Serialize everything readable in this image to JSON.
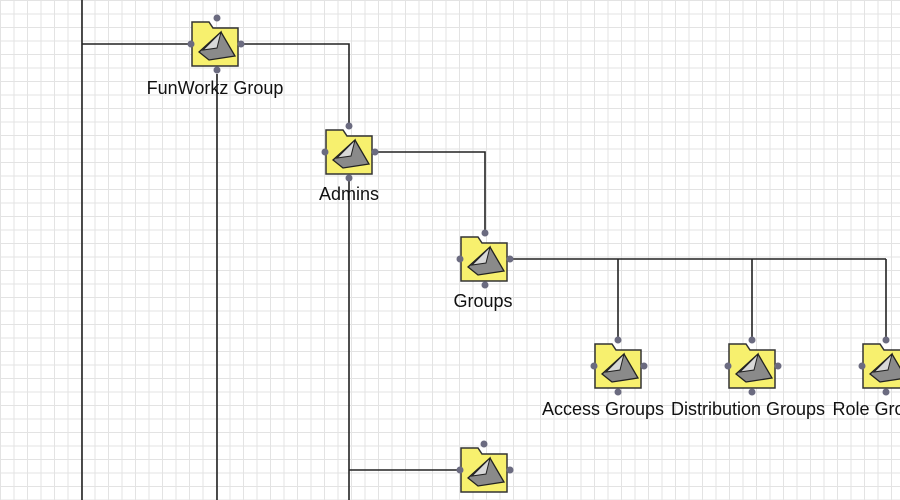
{
  "diagram": {
    "grid_color": "#e3e3e3",
    "connector_color": "#222222",
    "node_fill": "#f7f06e",
    "node_stroke": "#333333",
    "handle_color": "#6b6b80",
    "icon": "folder-group-icon",
    "nodes": [
      {
        "id": "funworkz",
        "label": "FunWorkz Group"
      },
      {
        "id": "admins",
        "label": "Admins"
      },
      {
        "id": "groups",
        "label": "Groups"
      },
      {
        "id": "access",
        "label": "Access Groups"
      },
      {
        "id": "distribution",
        "label": "Distribution Groups"
      },
      {
        "id": "role",
        "label": "Role Groups"
      },
      {
        "id": "unlabeled-bottom",
        "label": ""
      }
    ]
  }
}
